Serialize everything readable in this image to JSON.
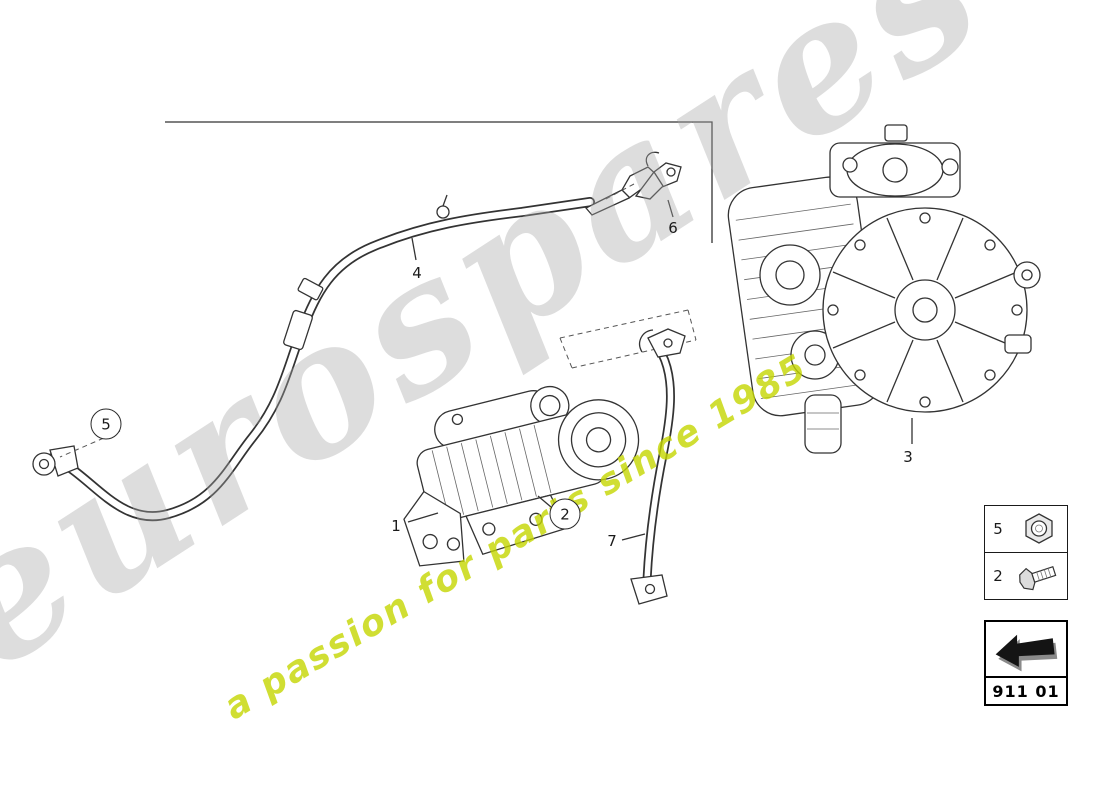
{
  "watermark": {
    "brand": "eurospares",
    "tagline": "a passion for parts since 1985"
  },
  "labels": {
    "1": "1",
    "2": "2",
    "3": "3",
    "4": "4",
    "5": "5",
    "6": "6",
    "7": "7"
  },
  "legend": {
    "rows": [
      {
        "number": "5",
        "icon": "nut-icon"
      },
      {
        "number": "2",
        "icon": "bolt-icon"
      }
    ]
  },
  "code_box": {
    "code": "911 01",
    "icon": "direction-arrow-icon"
  },
  "colors": {
    "line": "#333333",
    "watermark_gray": "#a5a5a5",
    "tagline_yellow": "#c4d600"
  }
}
